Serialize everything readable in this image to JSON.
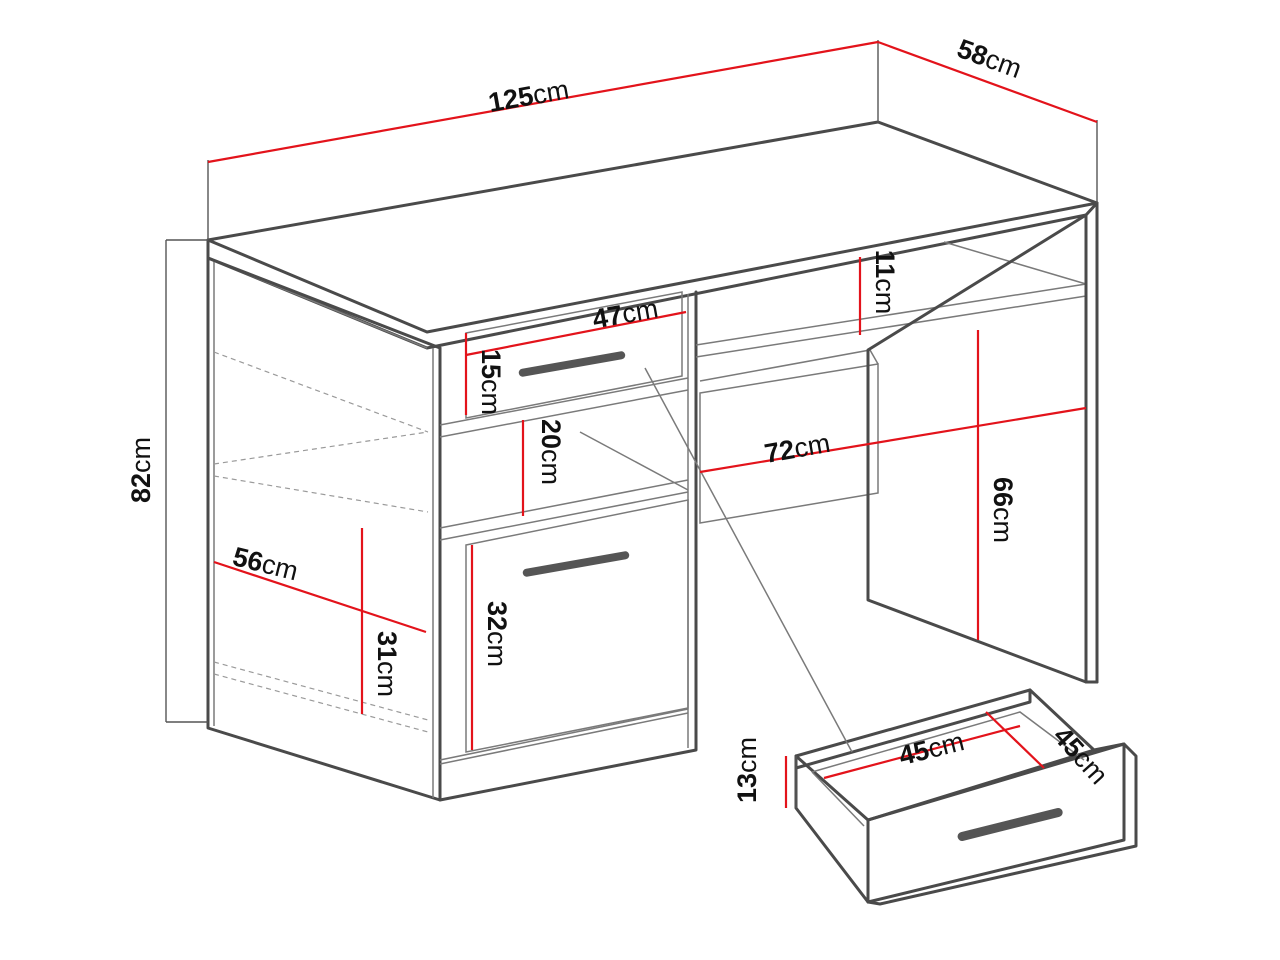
{
  "colors": {
    "dimension_line": "#e3131b",
    "outline": "#4a4a4a",
    "text": "#111111"
  },
  "dimensions": {
    "width": {
      "num": "125",
      "unit": "cm"
    },
    "depth": {
      "num": "58",
      "unit": "cm"
    },
    "height": {
      "num": "82",
      "unit": "cm"
    },
    "top_drawer_width": {
      "num": "47",
      "unit": "cm"
    },
    "top_drawer_height": {
      "num": "15",
      "unit": "cm"
    },
    "open_shelf_height": {
      "num": "20",
      "unit": "cm"
    },
    "upper_shelf_height": {
      "num": "11",
      "unit": "cm"
    },
    "knee_space_width": {
      "num": "72",
      "unit": "cm"
    },
    "knee_space_height": {
      "num": "66",
      "unit": "cm"
    },
    "cabinet_depth": {
      "num": "56",
      "unit": "cm"
    },
    "cabinet_lower_height": {
      "num": "31",
      "unit": "cm"
    },
    "door_height": {
      "num": "32",
      "unit": "cm"
    },
    "drawer_inner_width": {
      "num": "45",
      "unit": "cm"
    },
    "drawer_inner_depth": {
      "num": "45",
      "unit": "cm"
    },
    "drawer_side_height": {
      "num": "13",
      "unit": "cm"
    }
  }
}
